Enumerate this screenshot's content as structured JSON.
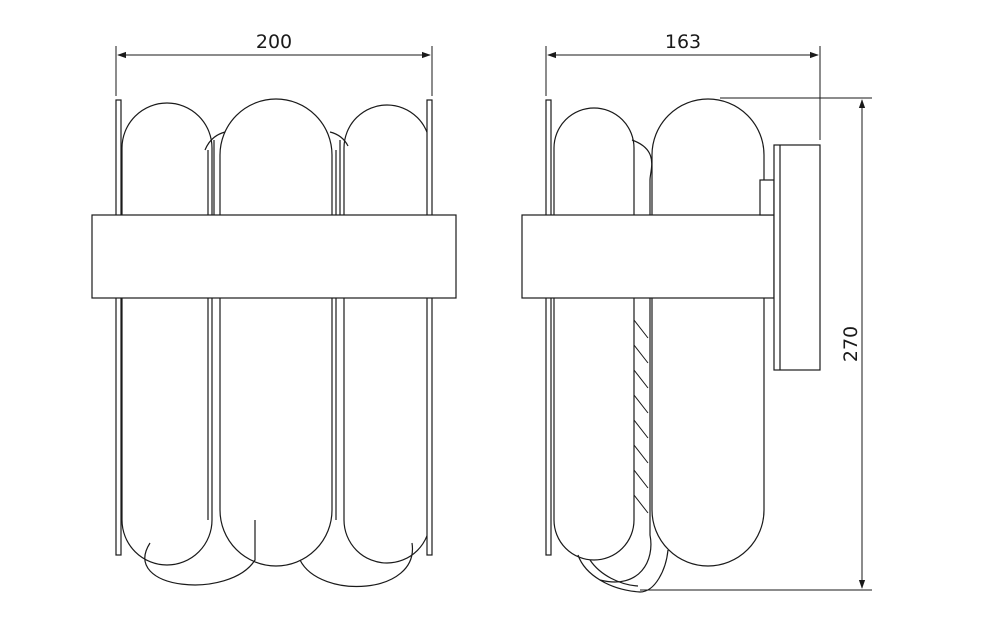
{
  "dimensions": {
    "front_width": "200",
    "side_depth": "163",
    "height": "270"
  },
  "colors": {
    "line": "#1a1a1a",
    "background": "#ffffff"
  }
}
